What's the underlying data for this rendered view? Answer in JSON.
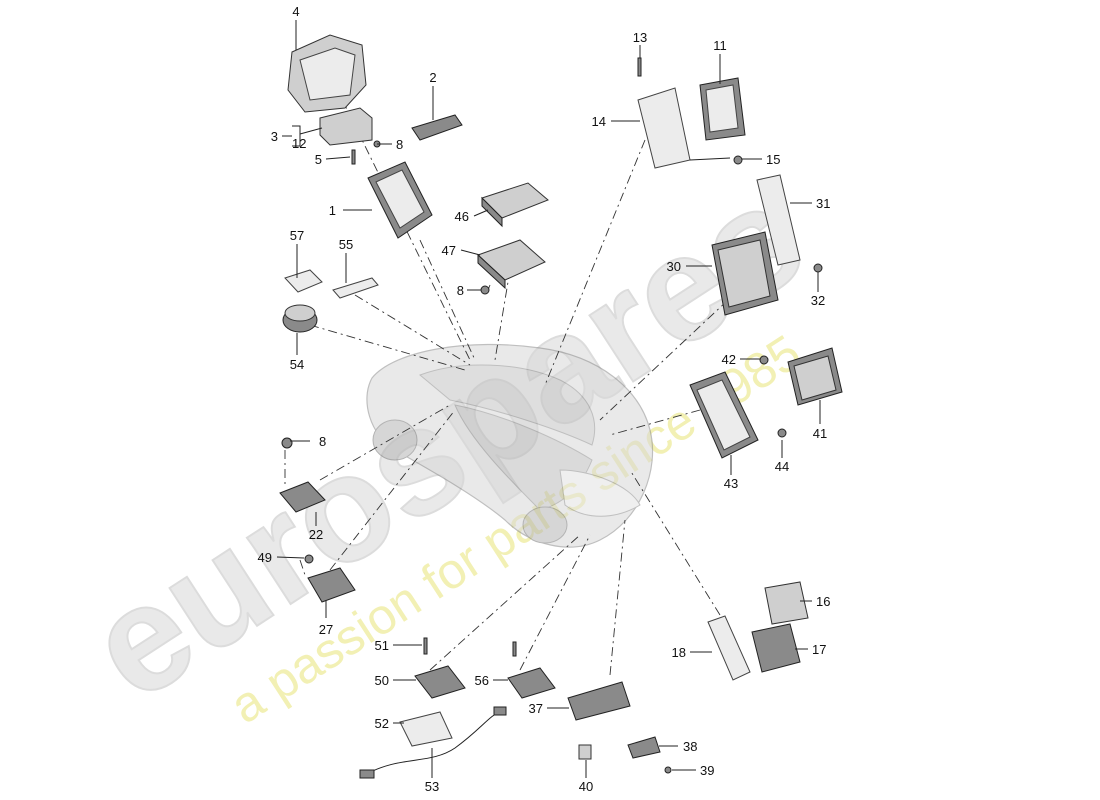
{
  "watermark": {
    "logo_text": "eurospares",
    "tagline": "a passion for parts since 1985"
  },
  "callouts": [
    {
      "id": "1",
      "label": "1"
    },
    {
      "id": "2",
      "label": "2"
    },
    {
      "id": "3",
      "label": "3"
    },
    {
      "id": "4",
      "label": "4"
    },
    {
      "id": "5",
      "label": "5"
    },
    {
      "id": "8a",
      "label": "8"
    },
    {
      "id": "8b",
      "label": "8"
    },
    {
      "id": "8c",
      "label": "8"
    },
    {
      "id": "11",
      "label": "11"
    },
    {
      "id": "12",
      "label": "12"
    },
    {
      "id": "13",
      "label": "13"
    },
    {
      "id": "14",
      "label": "14"
    },
    {
      "id": "15",
      "label": "15"
    },
    {
      "id": "16",
      "label": "16"
    },
    {
      "id": "17",
      "label": "17"
    },
    {
      "id": "18",
      "label": "18"
    },
    {
      "id": "22",
      "label": "22"
    },
    {
      "id": "27",
      "label": "27"
    },
    {
      "id": "30",
      "label": "30"
    },
    {
      "id": "31",
      "label": "31"
    },
    {
      "id": "32",
      "label": "32"
    },
    {
      "id": "37",
      "label": "37"
    },
    {
      "id": "38",
      "label": "38"
    },
    {
      "id": "39",
      "label": "39"
    },
    {
      "id": "40",
      "label": "40"
    },
    {
      "id": "41",
      "label": "41"
    },
    {
      "id": "42",
      "label": "42"
    },
    {
      "id": "43",
      "label": "43"
    },
    {
      "id": "44",
      "label": "44"
    },
    {
      "id": "46",
      "label": "46"
    },
    {
      "id": "47",
      "label": "47"
    },
    {
      "id": "49",
      "label": "49"
    },
    {
      "id": "50",
      "label": "50"
    },
    {
      "id": "51",
      "label": "51"
    },
    {
      "id": "52",
      "label": "52"
    },
    {
      "id": "53",
      "label": "53"
    },
    {
      "id": "54",
      "label": "54"
    },
    {
      "id": "55",
      "label": "55"
    },
    {
      "id": "56",
      "label": "56"
    },
    {
      "id": "57",
      "label": "57"
    }
  ],
  "colors": {
    "watermark_logo": "#e6e6e6",
    "watermark_tagline": "#f1efb0",
    "line": "#222222",
    "part_fill": "#cfcfcf"
  }
}
